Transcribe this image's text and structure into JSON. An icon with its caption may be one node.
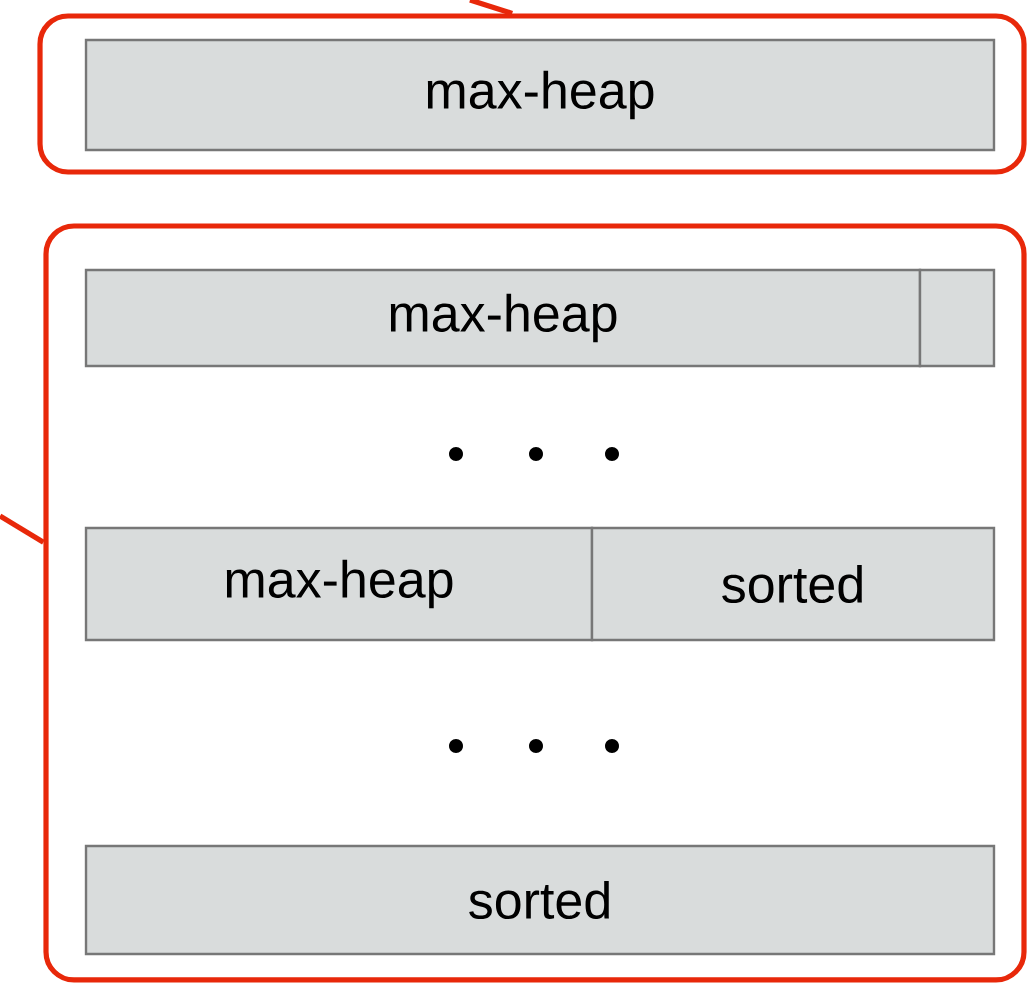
{
  "diagram": {
    "nodes": [
      {
        "text": [],
        "shape": "box"
      },
      {
        "text": [
          "max-heap"
        ],
        "in": 0
      },
      {
        "text": [],
        "shape": "box"
      },
      {
        "text": [
          "max-heap"
        ],
        "in": 2
      },
      {
        "text": [],
        "shape": "box",
        "in": 2
      },
      {
        "text": [
          "max-heap"
        ],
        "in": 2
      },
      {
        "text": [
          "sorted"
        ],
        "in": 2
      },
      {
        "text": [
          "sorted"
        ],
        "in": 2
      }
    ],
    "edges": [
      {
        "from": null,
        "to": 0,
        "arrow": "none",
        "color": "#e8280a"
      },
      {
        "from": null,
        "to": 2,
        "arrow": "none",
        "color": "#e8280a"
      }
    ]
  }
}
